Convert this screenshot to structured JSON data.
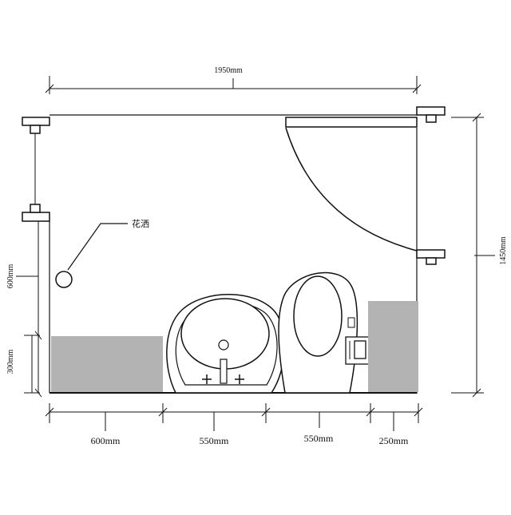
{
  "dimensions": {
    "top_width": "1950mm",
    "right_height": "1450mm",
    "left_upper": "600mm",
    "left_lower": "300mm",
    "bottom_1": "600mm",
    "bottom_2": "550mm",
    "bottom_3": "550mm",
    "bottom_4": "250mm"
  },
  "labels": {
    "shower": "花洒"
  },
  "colors": {
    "line": "#111111",
    "fill_gray": "#b3b3b3",
    "background": "#ffffff"
  }
}
